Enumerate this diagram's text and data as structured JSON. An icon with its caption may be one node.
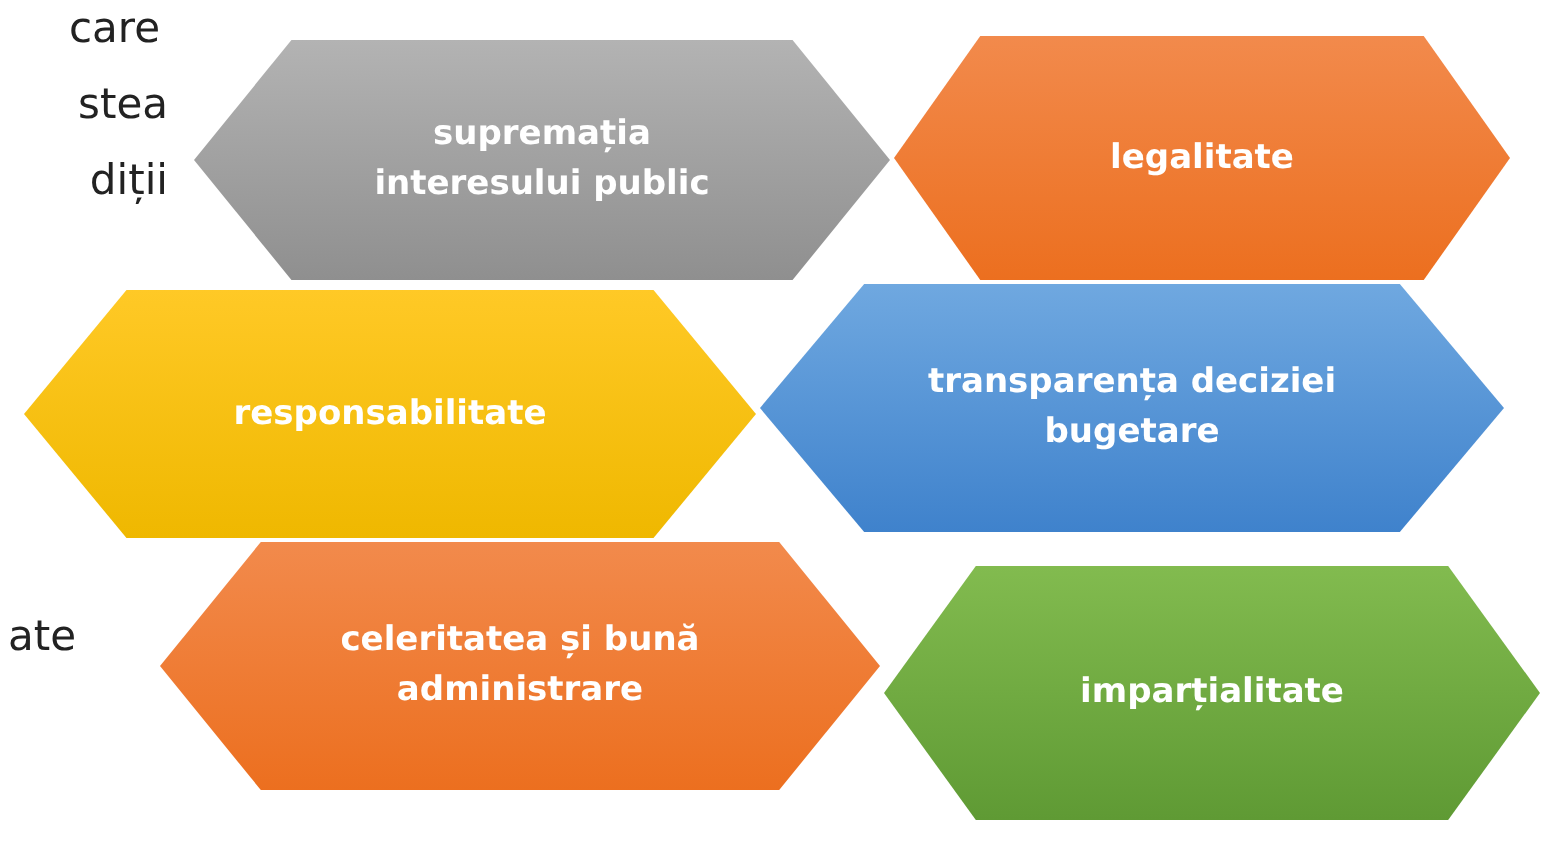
{
  "diagram": {
    "nodes": [
      {
        "text": [
          "supremația interesului public"
        ]
      },
      {
        "text": [
          "legalitate"
        ]
      },
      {
        "text": [
          "responsabilitate"
        ]
      },
      {
        "text": [
          "transparența deciziei bugetare"
        ]
      },
      {
        "text": [
          "celeritatea și bună administrare"
        ]
      },
      {
        "text": [
          "imparțialitate"
        ]
      }
    ],
    "labels": [
      "care",
      "stea",
      "diții",
      "ate"
    ]
  }
}
